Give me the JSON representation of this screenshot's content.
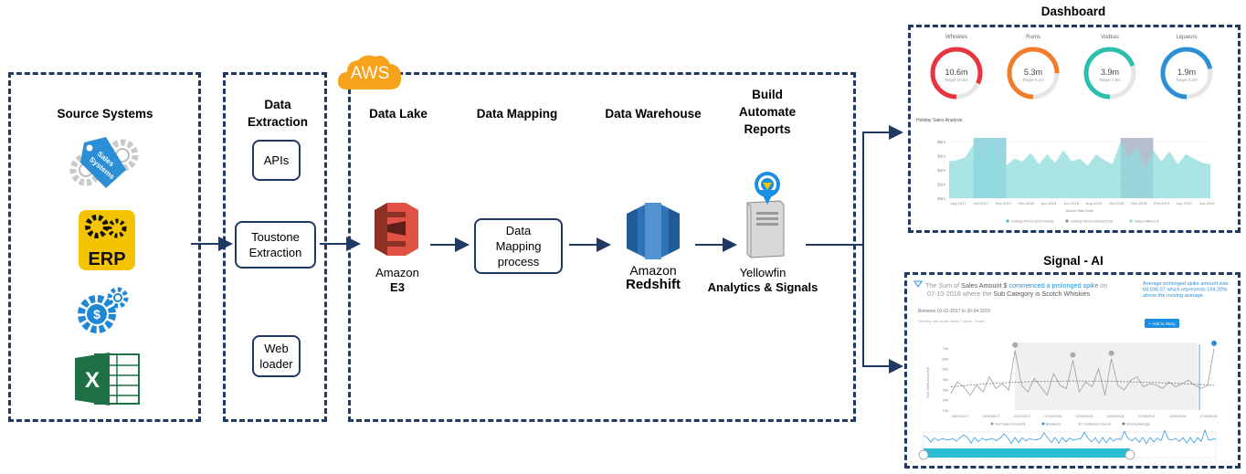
{
  "columns": {
    "source_systems": "Source Systems",
    "data_extraction": "Data\nExtraction",
    "data_lake": "Data Lake",
    "data_mapping": "Data Mapping",
    "data_warehouse": "Data Warehouse",
    "build_reports": "Build\nAutomate\nReports"
  },
  "aws_label": "AWS",
  "source_icons": {
    "sales_tag": "Sales\nSystems",
    "erp": "ERP"
  },
  "extraction": {
    "apis": "APIs",
    "toustone": "Toustone\nExtraction",
    "web_loader": "Web\nloader"
  },
  "lake": {
    "name": "Amazon",
    "sub": "E3"
  },
  "mapping": {
    "box": "Data\nMapping\nprocess"
  },
  "warehouse": {
    "name": "Amazon",
    "sub": "Redshift"
  },
  "reports": {
    "name": "Yellowfin",
    "sub": "Analytics & Signals"
  },
  "dashboard": {
    "heading": "Dashboard",
    "gauges": [
      {
        "label": "Whiskies",
        "value": "10.6m",
        "target": "Target 10.6m",
        "color": "#e8343d",
        "fill": 0.82
      },
      {
        "label": "Rums",
        "value": "5.3m",
        "target": "Target 6.1m",
        "color": "#f37c2a",
        "fill": 0.75
      },
      {
        "label": "Vodkas",
        "value": "3.9m",
        "target": "Target 4.9m",
        "color": "#2bbfb0",
        "fill": 0.7
      },
      {
        "label": "Liqueurs",
        "value": "1.9m",
        "target": "Target 2.2m",
        "color": "#2a8fd6",
        "fill": 0.72
      }
    ],
    "chart_title": "Holiday Sales Analysis",
    "y_ticks": [
      "$8m",
      "$6m",
      "$4m",
      "$2m",
      "$0m"
    ],
    "x_ticks": [
      "Aug-2017",
      "Oct-2017",
      "Dec-2017",
      "Feb-2018",
      "Apr-2018",
      "Jun-2018",
      "Aug-2018",
      "Oct-2018",
      "Dec-2018",
      "Feb-2019",
      "Apr-2019",
      "Jun-2019"
    ],
    "x_label": "Month Start Date",
    "legend": [
      "Holiday Period (2017/2018)",
      "Holiday Period (2018/2019)",
      "Sales Millions $"
    ]
  },
  "signal": {
    "heading": "Signal - AI",
    "sentence_parts": [
      "The Sum of ",
      "Sales Amount $",
      " commenced a prolonged spike",
      " on 07-10-2018 where the ",
      "Sub Category is Scotch Whiskies"
    ],
    "note": "Average prolonged spike amount was 68,036.37 which represents 154.20% above the moving average",
    "between": "Between 01-01-2017 to 30-04-2019",
    "subnote": "*Weekly data (Last Sales 7 years - Scale)",
    "button": "+ Add to Story",
    "y_ticks": [
      "70k",
      "60k",
      "50k",
      "40k",
      "30k",
      "20k",
      "10k"
    ],
    "x_ticks": [
      "26/07/2017",
      "23/09/2017",
      "22/12/2017",
      "07/03/2018",
      "02/05/2018",
      "22/06/2018",
      "27/08/2018",
      "22/09/2018",
      "27/09/2018"
    ],
    "legend": [
      "Sum Sales Amount $",
      "Breakouts",
      "Confidence Interval",
      "Moving Average"
    ],
    "y_axis_label": "Sum Sales Amount $"
  },
  "colors": {
    "navy": "#1f3864",
    "aws_orange": "#f7a21b",
    "cyan": "#2bbcd4"
  }
}
